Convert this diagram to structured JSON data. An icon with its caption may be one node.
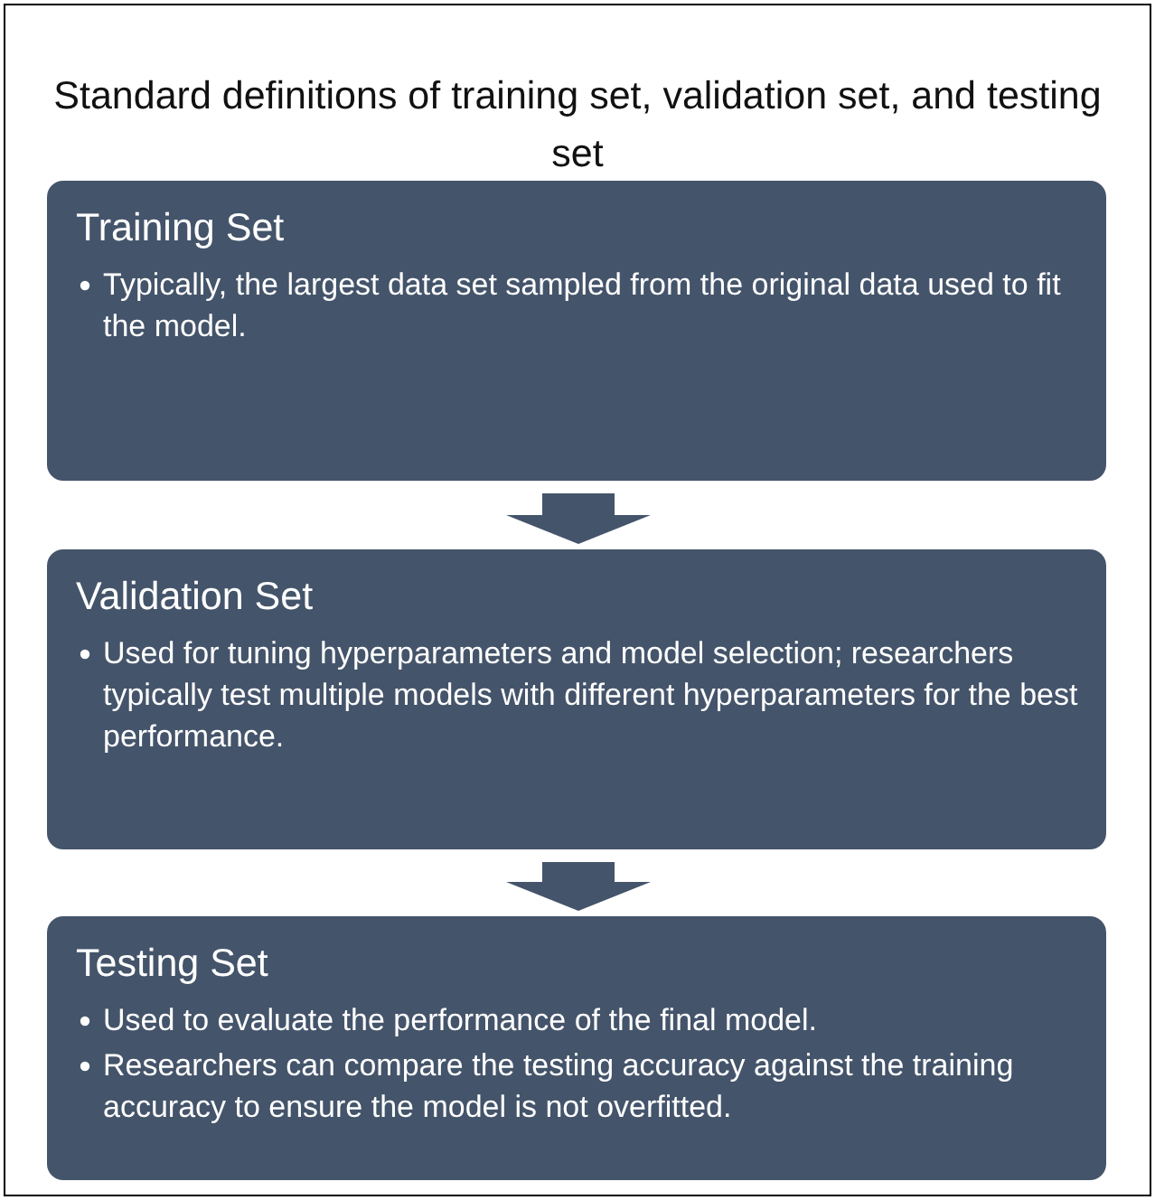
{
  "diagram": {
    "title": "Standard definitions of training set, validation set, and testing set",
    "nodes": [
      {
        "text": [
          "Training Set",
          "Typically, the largest data set sampled from the original data used to fit the model."
        ]
      },
      {
        "text": [
          "Validation Set",
          "Used for tuning hyperparameters and model selection; researchers typically test multiple models with different hyperparameters for the best performance."
        ]
      },
      {
        "text": [
          "Testing Set",
          "Used to evaluate the performance of the final model.",
          "Researchers can compare the testing accuracy against the training accuracy to ensure the model is not overfitted."
        ]
      }
    ],
    "edges": [
      {
        "from": 0,
        "to": 1,
        "arrow": "to"
      },
      {
        "from": 1,
        "to": 2,
        "arrow": "to"
      }
    ]
  }
}
